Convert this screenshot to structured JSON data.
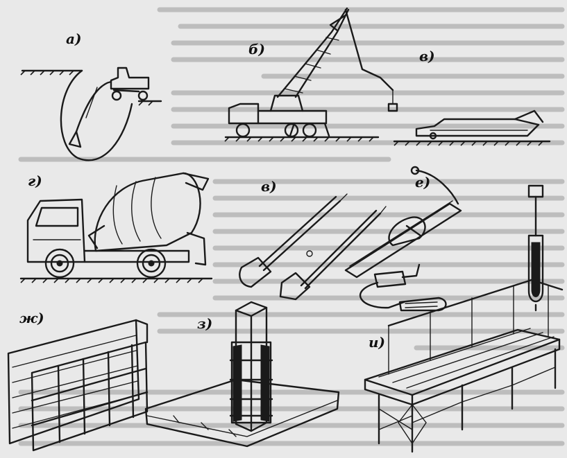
{
  "labels": {
    "a": "а)",
    "b": "б)",
    "v1": "в)",
    "g": "г)",
    "v2": "в)",
    "e": "е)",
    "zh": "ж)",
    "z": "з)",
    "i": "и)"
  },
  "colors": {
    "ink": "#1a1a1a",
    "paper": "#e9e9e9",
    "faded_text": "#bdbdbd"
  }
}
